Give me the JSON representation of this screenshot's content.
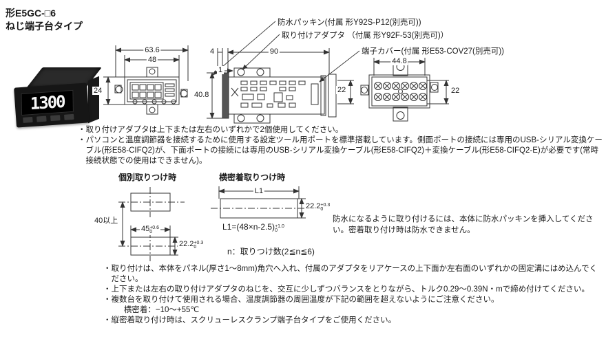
{
  "title": {
    "line1": "形E5GC-□6",
    "line2": "ねじ端子台タイプ"
  },
  "callouts": {
    "packing": "防水パッキン(付属 形Y92S-P12(別売可))",
    "adapter": "取り付けアダプタ （付属 形Y92F-53(別売可)）",
    "cover": "端子カバー(付属 形E53-COV27(別売可))"
  },
  "device": {
    "display": "1300"
  },
  "dims": {
    "front": {
      "outer": "63.6",
      "inner": "48",
      "height": "24"
    },
    "side": {
      "bezel": "4",
      "depth": "90",
      "gap": "1",
      "height": "40.8",
      "terminal": "22"
    },
    "rear": {
      "width": "44.8",
      "height": "22"
    }
  },
  "notes_top": [
    "・取り付けアダプタは上下または左右のいずれかで2個使用してください。",
    "・パソコンと温度調節器を接続するために使用する設定ツール用ポートを標準搭載しています。側面ポートの接続には専用のUSB-シリアル変換ケーブル(形E58-CIFQ2)が、下面ポートの接続には専用のUSB-シリアル変換ケーブル(形E58-CIFQ2)＋変換ケーブル(形E58-CIFQ2-E)が必要です(常時接続状態での使用はできません)。"
  ],
  "mounting": {
    "individual_title": "個別取りつけ時",
    "ganged_title": "横密着取りつけ時",
    "min_spacing": "40以上",
    "cutout_w": {
      "v": "45",
      "p": "+0.6",
      "m": "0"
    },
    "cutout_h": {
      "v": "22.2",
      "p": "+0.3",
      "m": "0"
    },
    "l1": "L1",
    "formula": {
      "base": "L1=(48×n-2.5)",
      "p": "+1.0",
      "m": "0"
    },
    "n_note": "n：取りつけ数(2≦n≦6)",
    "waterproof_note": "防水になるように取り付けるには、本体に防水パッキンを挿入してください。密着取り付け時は防水できません。"
  },
  "notes_bottom": [
    "・取り付けは、本体をパネル(厚さ1〜8mm)角穴へ入れ、付属のアダプタをリアケースの上下面か左右面のいずれかの固定溝にはめ込んでください。",
    "・上下または左右の取り付けアダプタのねじを、交互に少しずつバランスをとりながら、トルク0.29〜0.39N・mで締め付けてください。",
    "・複数台を取り付けて使用される場合、温度調節器の周囲温度が下記の範囲を超えないようにご注意ください。",
    "横密着：−10〜+55℃",
    "・縦密着取り付け時は、スクリューレスクランプ端子台タイプをご使用ください。"
  ]
}
